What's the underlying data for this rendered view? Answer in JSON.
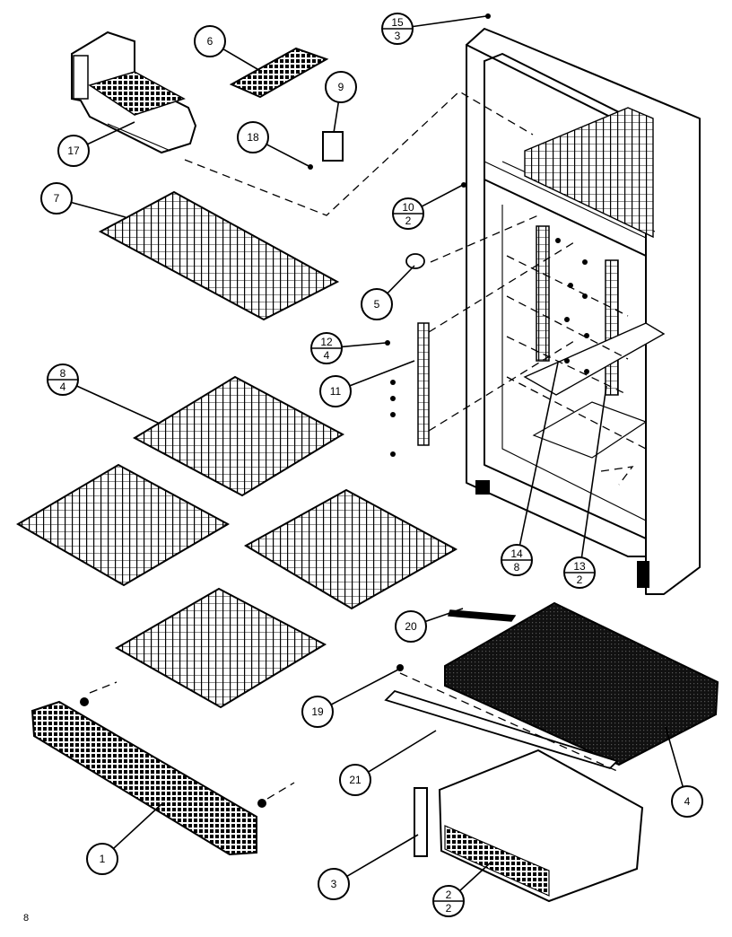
{
  "diagram": {
    "callouts": [
      {
        "id": "c1",
        "label": "1"
      },
      {
        "id": "c3",
        "label": "3"
      },
      {
        "id": "c4",
        "label": "4"
      },
      {
        "id": "c5",
        "label": "5"
      },
      {
        "id": "c6",
        "label": "6"
      },
      {
        "id": "c7",
        "label": "7"
      },
      {
        "id": "c9",
        "label": "9"
      },
      {
        "id": "c11",
        "label": "11"
      },
      {
        "id": "c17",
        "label": "17"
      },
      {
        "id": "c18",
        "label": "18"
      },
      {
        "id": "c19",
        "label": "19"
      },
      {
        "id": "c20",
        "label": "20"
      },
      {
        "id": "c21",
        "label": "21"
      }
    ],
    "fraction_callouts": [
      {
        "id": "f15",
        "top": "15",
        "bottom": "3"
      },
      {
        "id": "f10",
        "top": "10",
        "bottom": "2"
      },
      {
        "id": "f12",
        "top": "12",
        "bottom": "4"
      },
      {
        "id": "f8",
        "top": "8",
        "bottom": "4"
      },
      {
        "id": "f14",
        "top": "14",
        "bottom": "8"
      },
      {
        "id": "f13",
        "top": "13",
        "bottom": "2"
      },
      {
        "id": "f2",
        "top": "2",
        "bottom": "2"
      }
    ],
    "page_marker": "8"
  }
}
